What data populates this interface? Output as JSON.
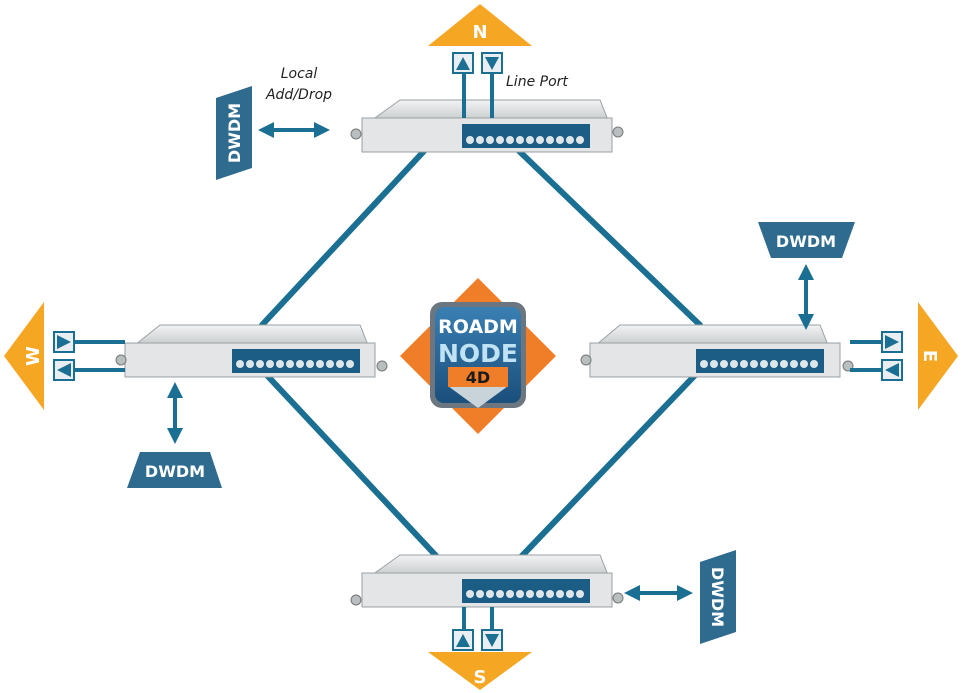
{
  "labels": {
    "local_add_drop_line1": "Local",
    "local_add_drop_line2": "Add/Drop",
    "line_port": "Line Port"
  },
  "directions": {
    "north": "N",
    "south": "S",
    "east": "E",
    "west": "W"
  },
  "dwdm": {
    "label": "DWDM"
  },
  "logo": {
    "line1": "ROADM",
    "line2": "NODE",
    "line3": "4D"
  },
  "colors": {
    "fiber": "#1a6f92",
    "direction": "#f5a623",
    "dwdm": "#2e6b8f",
    "logo_orange": "#f07d28"
  }
}
